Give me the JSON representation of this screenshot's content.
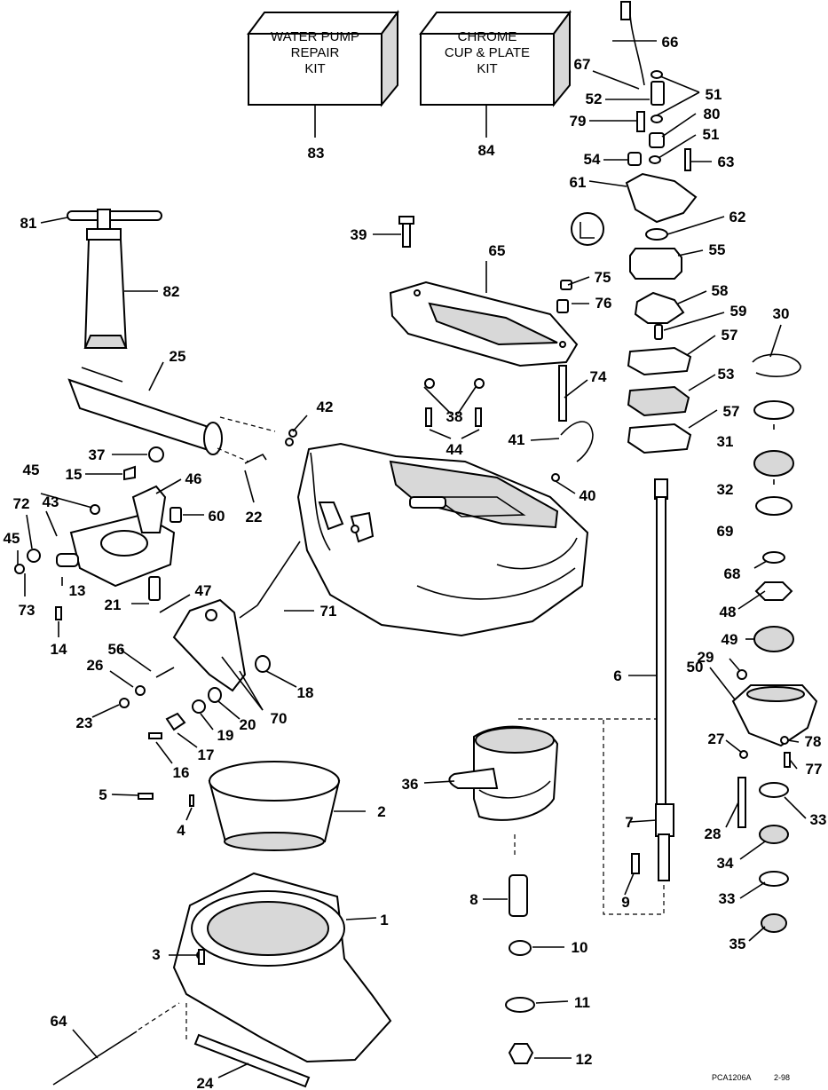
{
  "kits": [
    {
      "id": "83",
      "lines": [
        "WATER PUMP",
        "REPAIR",
        "KIT"
      ]
    },
    {
      "id": "84",
      "lines": [
        "CHROME",
        "CUP & PLATE",
        "KIT"
      ]
    }
  ],
  "callouts": [
    "1",
    "2",
    "3",
    "4",
    "5",
    "6",
    "7",
    "8",
    "9",
    "10",
    "11",
    "12",
    "13",
    "14",
    "15",
    "16",
    "17",
    "18",
    "19",
    "20",
    "21",
    "22",
    "23",
    "24",
    "25",
    "26",
    "27",
    "28",
    "29",
    "30",
    "31",
    "32",
    "33",
    "33",
    "34",
    "35",
    "36",
    "37",
    "38",
    "39",
    "40",
    "41",
    "42",
    "43",
    "44",
    "45",
    "45",
    "46",
    "47",
    "48",
    "49",
    "50",
    "51",
    "51",
    "52",
    "53",
    "54",
    "55",
    "56",
    "57",
    "57",
    "58",
    "59",
    "60",
    "61",
    "62",
    "63",
    "64",
    "65",
    "66",
    "67",
    "68",
    "69",
    "70",
    "71",
    "72",
    "73",
    "74",
    "75",
    "76",
    "77",
    "78",
    "79",
    "80",
    "81",
    "82",
    "83",
    "84"
  ],
  "footer": {
    "code": "PCA1206A",
    "date": "2-98"
  }
}
